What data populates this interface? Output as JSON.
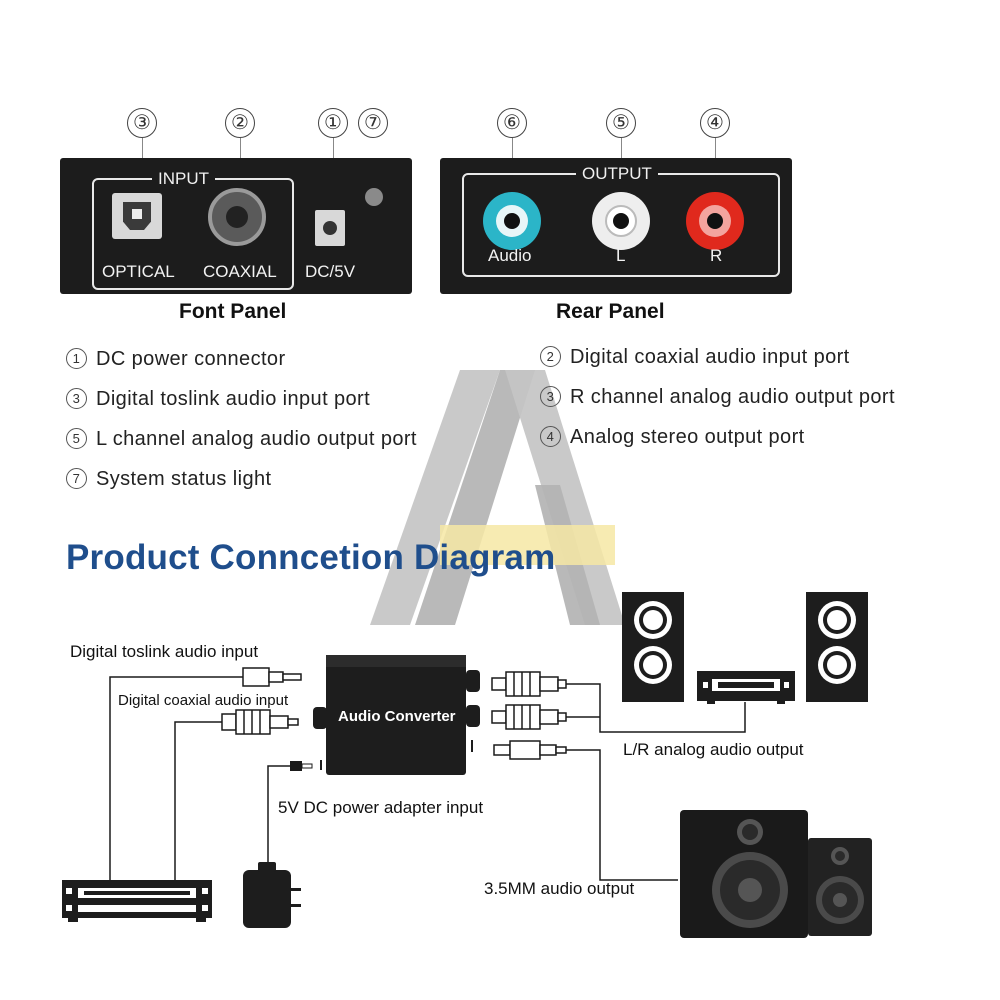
{
  "front_panel": {
    "frame_title": "INPUT",
    "optical_label": "OPTICAL",
    "coaxial_label": "COAXIAL",
    "dc_label": "DC/5V",
    "caption": "Font Panel",
    "numbers": [
      "③",
      "②",
      "①",
      "⑦"
    ]
  },
  "rear_panel": {
    "frame_title": "OUTPUT",
    "audio_label": "Audio",
    "l_label": "L",
    "r_label": "R",
    "caption": "Rear Panel",
    "numbers": [
      "⑥",
      "⑤",
      "④"
    ],
    "colors": {
      "audio_ring": "#2bb5c8",
      "l_ring": "#f2f2f2",
      "r_ring": "#e0291d"
    }
  },
  "legend": {
    "left": [
      {
        "marker": "1",
        "text": "DC  power  connector"
      },
      {
        "marker": "3",
        "text": "Digital toslink audio input port"
      },
      {
        "marker": "5",
        "text": "L channel analog audio output port"
      },
      {
        "marker": "7",
        "text": "System status light"
      }
    ],
    "right": [
      {
        "marker": "2",
        "text": "Digital coaxial audio input port"
      },
      {
        "marker": "3",
        "text": "R channel analog audio output port"
      },
      {
        "marker": "4",
        "text": "Analog stereo output port"
      }
    ]
  },
  "diagram": {
    "title": "Product Conncetion Diagram",
    "converter_label": "Audio Converter",
    "toslink_input": "Digital  toslink audio input",
    "coaxial_input": "Digital  coaxial audio input",
    "lr_output": "L/R analog audio output",
    "power_input": "5V DC power adapter input",
    "mm_output": "3.5MM audio output"
  },
  "colors": {
    "title_blue": "#1f4e8c",
    "panel_dark": "#1c1c1c",
    "watermark_grey": "#b9b9b9",
    "watermark_yellow": "#f6e7a4"
  }
}
